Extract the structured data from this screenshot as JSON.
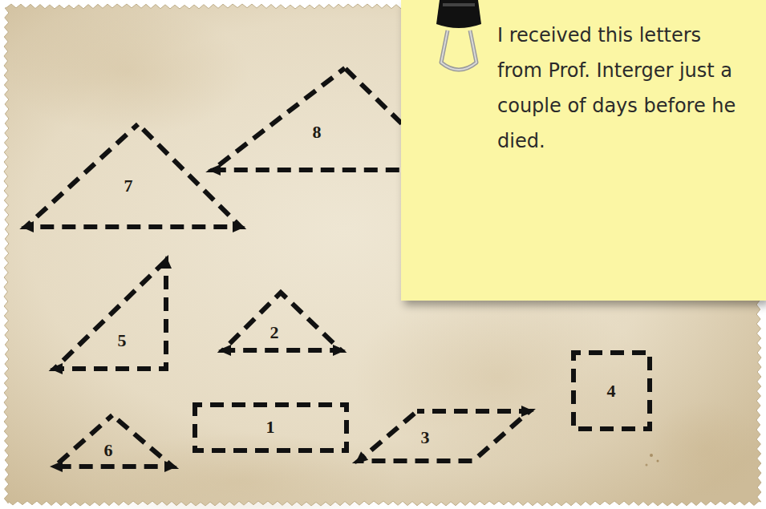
{
  "diagram": {
    "nodes": [
      {
        "text": [
          "8"
        ]
      },
      {
        "text": [
          "I received this letters from Prof. Interger just a couple of days before he died."
        ]
      },
      {
        "text": [
          "7"
        ]
      },
      {
        "text": [
          "5"
        ]
      },
      {
        "text": [
          "2"
        ]
      },
      {
        "text": [
          "4"
        ]
      },
      {
        "text": [
          "6"
        ]
      },
      {
        "text": [
          "1"
        ]
      },
      {
        "text": [
          "3"
        ]
      }
    ]
  }
}
